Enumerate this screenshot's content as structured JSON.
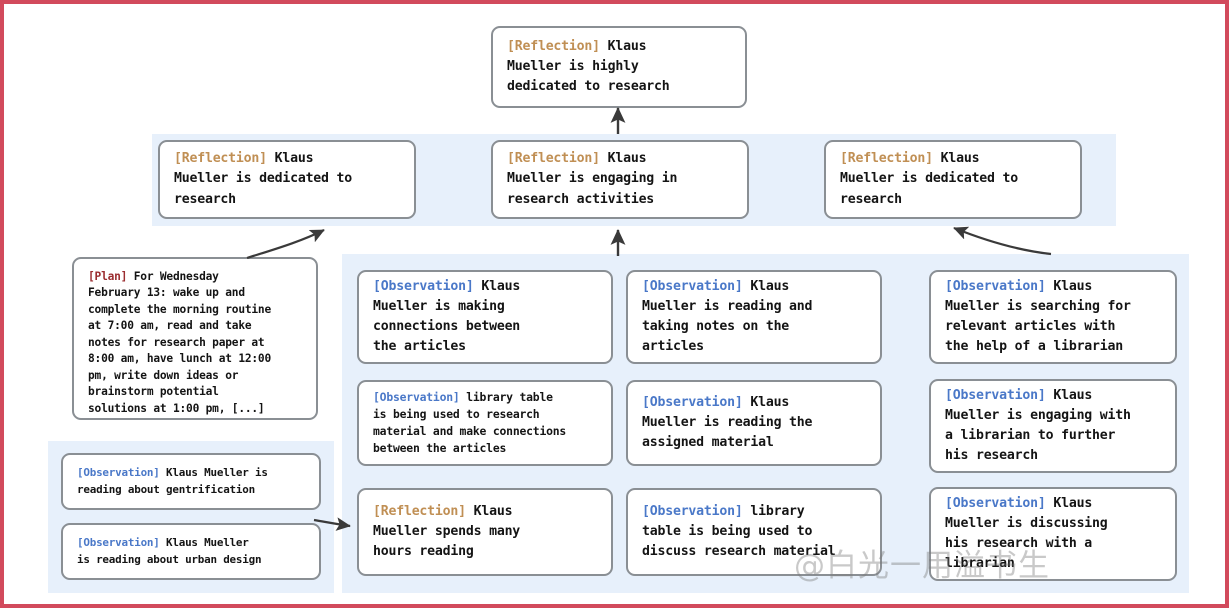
{
  "diagram": {
    "title": "Klaus Mueller reflection memory tree",
    "colors": {
      "frame_border": "#d24a5c",
      "band_background": "#e7f0fb",
      "node_border": "#8a8f94",
      "node_background": "#ffffff",
      "tag_reflection": "#c08f54",
      "tag_observation": "#4a78c8",
      "tag_plan": "#9b2d30",
      "body_text": "#141414",
      "arrow": "#3a3a3a"
    },
    "tags": {
      "reflection": "[Reflection]",
      "observation": "[Observation]",
      "plan": "[Plan]"
    }
  },
  "nodes": {
    "root": {
      "tag": "[Reflection]",
      "tag_kind": "reflection",
      "text": " Klaus\nMueller is highly\ndedicated to research"
    },
    "mid_left": {
      "tag": "[Reflection]",
      "tag_kind": "reflection",
      "text": " Klaus\nMueller is dedicated to\nresearch"
    },
    "mid_center": {
      "tag": "[Reflection]",
      "tag_kind": "reflection",
      "text": " Klaus\nMueller is engaging in\nresearch activities"
    },
    "mid_right": {
      "tag": "[Reflection]",
      "tag_kind": "reflection",
      "text": " Klaus\nMueller is dedicated to\nresearch"
    },
    "plan": {
      "tag": "[Plan]",
      "tag_kind": "plan",
      "text": " For Wednesday\nFebruary 13: wake up and\ncomplete the morning routine\nat 7:00 am, read and take\nnotes for research paper at\n8:00 am, have lunch at 12:00\npm, write down ideas or\nbrainstorm potential\nsolutions at 1:00 pm, [...]"
    },
    "obs_gentrification": {
      "tag": "[Observation]",
      "tag_kind": "observation",
      "text": " Klaus Mueller is\nreading about gentrification"
    },
    "obs_urban_design": {
      "tag": "[Observation]",
      "tag_kind": "observation",
      "text": " Klaus Mueller\nis reading about urban design"
    },
    "col1_a": {
      "tag": "[Observation]",
      "tag_kind": "observation",
      "text": " Klaus\nMueller is making\nconnections between\nthe articles"
    },
    "col1_b": {
      "tag": "[Observation]",
      "tag_kind": "observation",
      "text": " library table\nis being used to research\nmaterial and make connections\nbetween the articles"
    },
    "col1_c": {
      "tag": "[Reflection]",
      "tag_kind": "reflection",
      "text": " Klaus\nMueller spends many\nhours reading"
    },
    "col2_a": {
      "tag": "[Observation]",
      "tag_kind": "observation",
      "text": " Klaus\nMueller is reading and\ntaking notes on the\narticles"
    },
    "col2_b": {
      "tag": "[Observation]",
      "tag_kind": "observation",
      "text": " Klaus\nMueller is reading the\nassigned material"
    },
    "col2_c": {
      "tag": "[Observation]",
      "tag_kind": "observation",
      "text": " library\ntable is being used to\ndiscuss research material"
    },
    "col3_a": {
      "tag": "[Observation]",
      "tag_kind": "observation",
      "text": " Klaus\nMueller is searching for\nrelevant articles with\nthe help of a librarian"
    },
    "col3_b": {
      "tag": "[Observation]",
      "tag_kind": "observation",
      "text": " Klaus\nMueller is engaging with\na librarian to further\nhis research"
    },
    "col3_c": {
      "tag": "[Observation]",
      "tag_kind": "observation",
      "text": " Klaus\nMueller is discussing\nhis research with a\nlibrarian"
    }
  },
  "watermark": {
    "text": "@白光一用溢书生"
  }
}
